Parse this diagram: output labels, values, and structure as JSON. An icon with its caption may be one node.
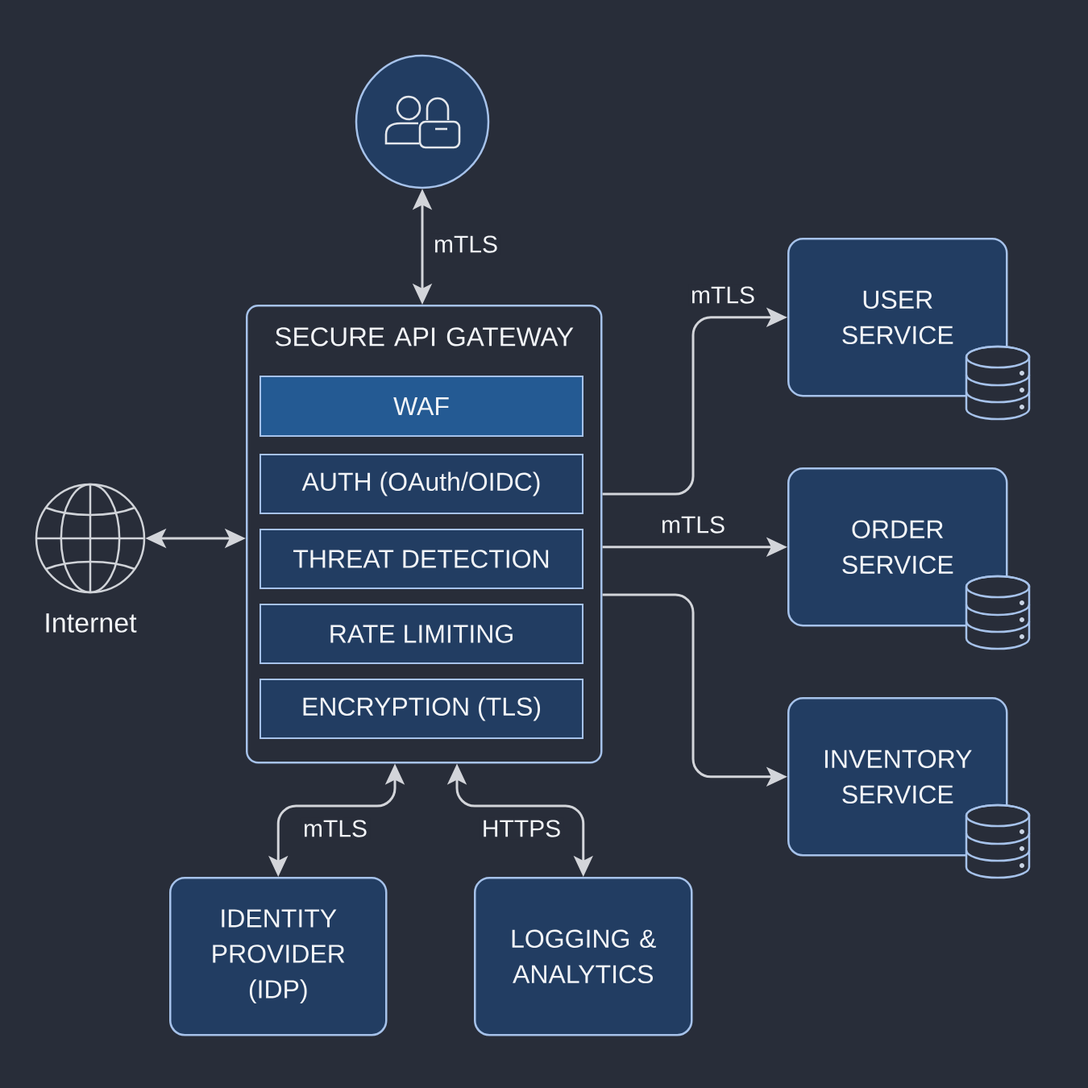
{
  "diagram": {
    "nodes": [
      {
        "text": [],
        "shape": "circle"
      },
      {
        "text": [
          "SECURE API GATEWAY"
        ]
      },
      {
        "text": [
          "WAF"
        ],
        "in": 1
      },
      {
        "text": [
          "AUTH (OAuth/OIDC)"
        ],
        "in": 1
      },
      {
        "text": [
          "THREAT DETECTION"
        ],
        "in": 1
      },
      {
        "text": [
          "RATE LIMITING"
        ],
        "in": 1
      },
      {
        "text": [
          "ENCRYPTION (TLS)"
        ],
        "in": 1
      },
      {
        "text": [
          "Internet"
        ]
      },
      {
        "text": [
          "USER SERVICE"
        ]
      },
      {
        "text": [
          "ORDER SERVICE"
        ]
      },
      {
        "text": [
          "INVENTORY SERVICE"
        ]
      },
      {
        "text": [
          "IDENTITY PROVIDER (IDP)"
        ]
      },
      {
        "text": [
          "LOGGING & ANALYTICS"
        ]
      }
    ],
    "edges": [
      {
        "from": 0,
        "to": 1,
        "arrow": "both",
        "label": "mTLS"
      },
      {
        "from": 7,
        "to": 1,
        "arrow": "both"
      },
      {
        "from": 1,
        "to": 8,
        "arrow": "to",
        "label": "mTLS"
      },
      {
        "from": 1,
        "to": 9,
        "arrow": "to",
        "label": "mTLS"
      },
      {
        "from": 1,
        "to": 10,
        "arrow": "to"
      },
      {
        "from": 11,
        "to": 1,
        "arrow": "both",
        "label": "mTLS"
      },
      {
        "from": 12,
        "to": 1,
        "arrow": "both",
        "label": "HTTPS"
      }
    ]
  }
}
